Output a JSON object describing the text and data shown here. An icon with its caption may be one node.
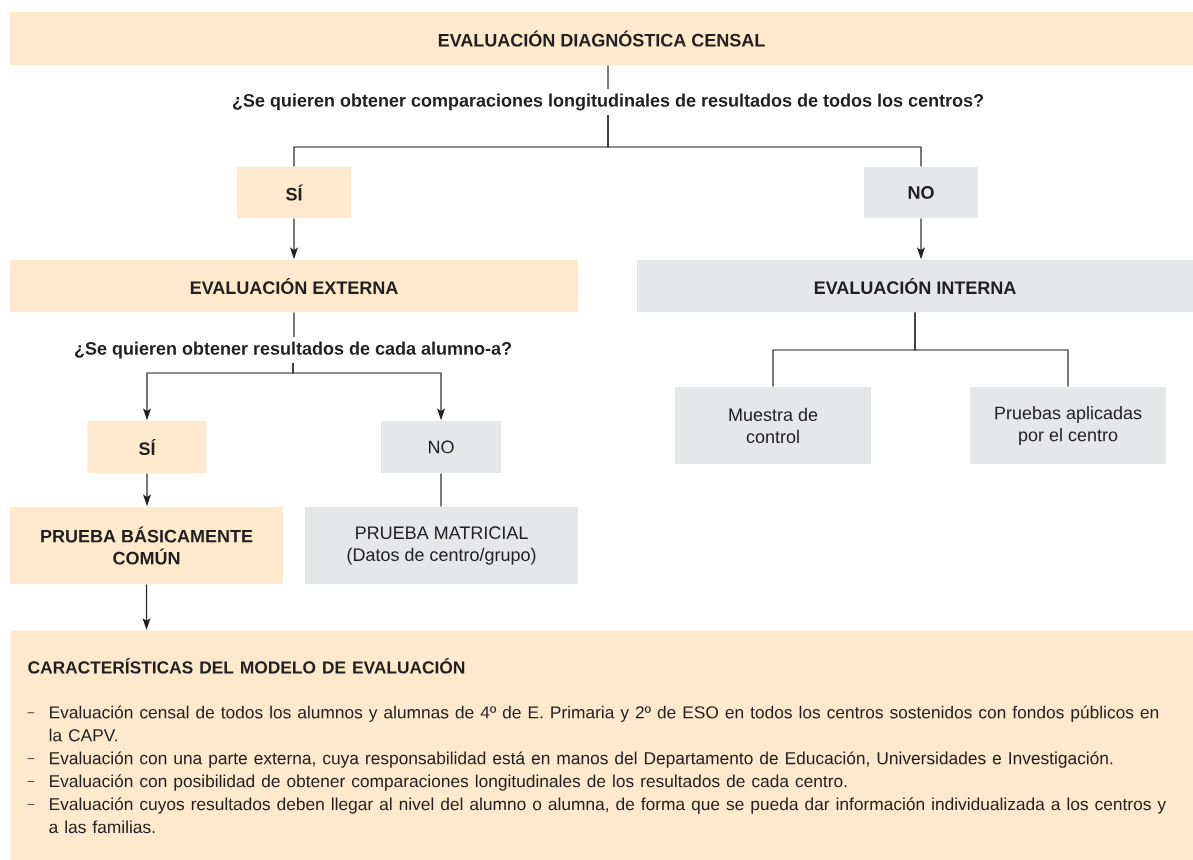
{
  "diagram": {
    "nodes": [
      {
        "text": [
          "EVALUACIÓN DIAGNÓSTICA CENSAL"
        ]
      },
      {
        "text": [
          "¿Se quieren obtener comparaciones longitudinales de resultados de todos los centros?"
        ]
      },
      {
        "text": [
          "SÍ"
        ]
      },
      {
        "text": [
          "NO"
        ]
      },
      {
        "text": [
          "EVALUACIÓN EXTERNA"
        ]
      },
      {
        "text": [
          "EVALUACIÓN INTERNA"
        ]
      },
      {
        "text": [
          "¿Se quieren obtener resultados de cada alumno-a?"
        ]
      },
      {
        "text": [
          "SÍ"
        ]
      },
      {
        "text": [
          "NO"
        ]
      },
      {
        "text": [
          "PRUEBA BÁSICAMENTE COMÚN"
        ]
      },
      {
        "text": [
          "PRUEBA MATRICIAL (Datos de centro/grupo)"
        ]
      },
      {
        "text": [
          "Muestra de control"
        ]
      },
      {
        "text": [
          "Pruebas aplicadas por el centro"
        ]
      },
      {
        "text": [
          "CARACTERÍSTICAS DEL MODELO DE EVALUACIÓN",
          "Evaluación censal de todos los alumnos y alumnas de 4º de E. Primaria y 2º de ESO en todos los centros sostenidos con fondos públicos en la CAPV.",
          "Evaluación con una parte externa, cuya responsabilidad está en manos del Departamento de Educación, Universidades e Investigación.",
          "Evaluación con posibilidad de obtener comparaciones longitudinales de los resultados de cada centro.",
          "Evaluación cuyos resultados deben llegar al nivel del alumno o alumna, de forma que se pueda dar información individualizada a los centros y a las familias."
        ]
      }
    ],
    "edges": [
      {
        "from": 0,
        "to": 1,
        "arrow": "none"
      },
      {
        "from": 1,
        "to": 2,
        "arrow": "none"
      },
      {
        "from": 1,
        "to": 3,
        "arrow": "none"
      },
      {
        "from": 2,
        "to": 4,
        "arrow": "to"
      },
      {
        "from": 3,
        "to": 5,
        "arrow": "to"
      },
      {
        "from": 4,
        "to": 6,
        "arrow": "none"
      },
      {
        "from": 6,
        "to": 7,
        "arrow": "to"
      },
      {
        "from": 6,
        "to": 8,
        "arrow": "to"
      },
      {
        "from": 7,
        "to": 9,
        "arrow": "to"
      },
      {
        "from": 8,
        "to": 10,
        "arrow": "none"
      },
      {
        "from": 5,
        "to": 11,
        "arrow": "none"
      },
      {
        "from": 5,
        "to": 12,
        "arrow": "none"
      },
      {
        "from": 9,
        "to": 13,
        "arrow": "to"
      }
    ]
  }
}
